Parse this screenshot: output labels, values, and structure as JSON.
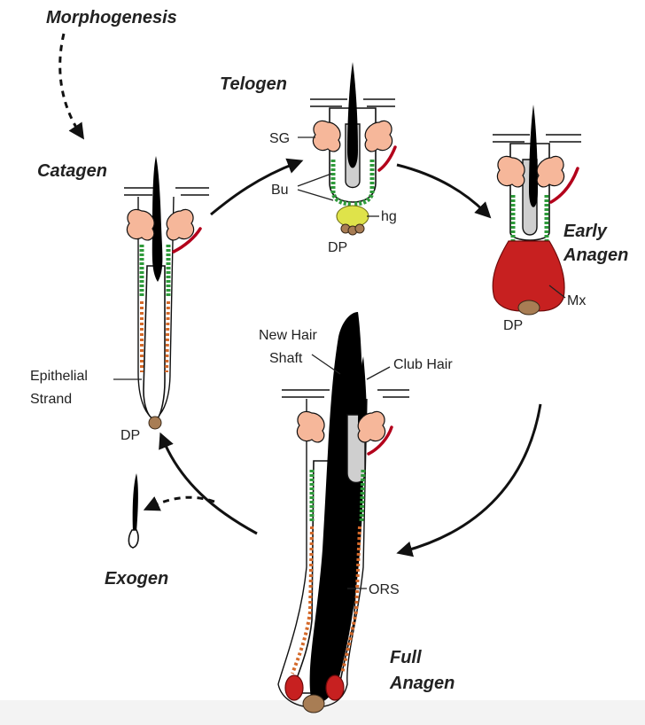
{
  "stages": {
    "morphogenesis": "Morphogenesis",
    "telogen": "Telogen",
    "catagen": "Catagen",
    "early_anagen_line1": "Early",
    "early_anagen_line2": "Anagen",
    "full_anagen_line1": "Full",
    "full_anagen_line2": "Anagen",
    "exogen": "Exogen"
  },
  "parts": {
    "sg": "SG",
    "bu": "Bu",
    "hg": "hg",
    "dp_telogen": "DP",
    "mx": "Mx",
    "dp_early_anagen": "DP",
    "new_hair_shaft_line1": "New Hair",
    "new_hair_shaft_line2": "Shaft",
    "club_hair": "Club Hair",
    "epithelial_strand_line1": "Epithelial",
    "epithelial_strand_line2": "Strand",
    "dp_catagen": "DP",
    "ors": "ORS"
  },
  "colors": {
    "sebaceous_gland": "#f6b79a",
    "bulge": "#2e9a3a",
    "outer_root_sheath": "#d4692a",
    "matrix": "#c72020",
    "hair_germ": "#dfe34a",
    "dermal_papilla": "#a87d54",
    "arrector_muscle": "#b3001b"
  }
}
